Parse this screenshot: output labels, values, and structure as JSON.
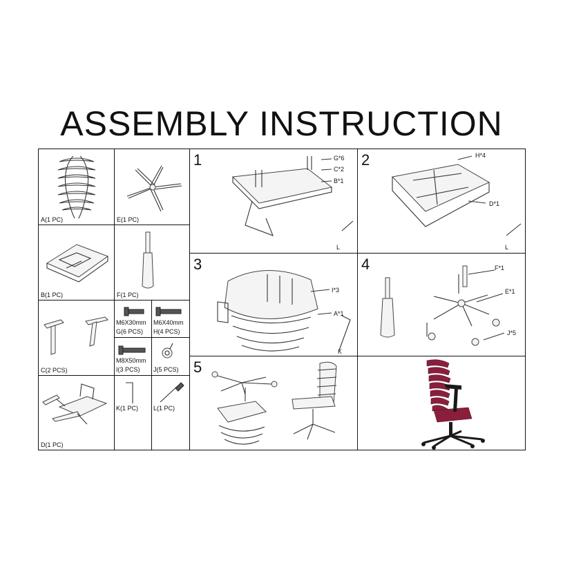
{
  "title": "ASSEMBLY INSTRUCTION",
  "parts": {
    "a": "A(1 PC)",
    "e": "E(1 PC)",
    "b": "B(1 PC)",
    "f": "F(1 PC)",
    "c": "C(2 PCS)",
    "g_size": "M6X30mm",
    "g": "G(6 PCS)",
    "h_size": "M6X40mm",
    "h": "H(4 PCS)",
    "i_size": "M8X50mm",
    "i": "I(3 PCS)",
    "j": "J(5 PCS)",
    "d": "D(1 PC)",
    "k": "K(1 PC)",
    "l": "L(1 PC)"
  },
  "steps": [
    {
      "number": "1",
      "callouts": [
        "G*6",
        "C*2",
        "B*1",
        "L"
      ]
    },
    {
      "number": "2",
      "callouts": [
        "H*4",
        "D*1",
        "L"
      ]
    },
    {
      "number": "3",
      "callouts": [
        "I*3",
        "A*1",
        "K"
      ]
    },
    {
      "number": "4",
      "callouts": [
        "F*1",
        "E*1",
        "J*5"
      ]
    },
    {
      "number": "5",
      "callouts": []
    }
  ],
  "colors": {
    "seat_fabric": "#8a1f3c",
    "frame": "#1a1a1a",
    "lines": "#333333"
  }
}
